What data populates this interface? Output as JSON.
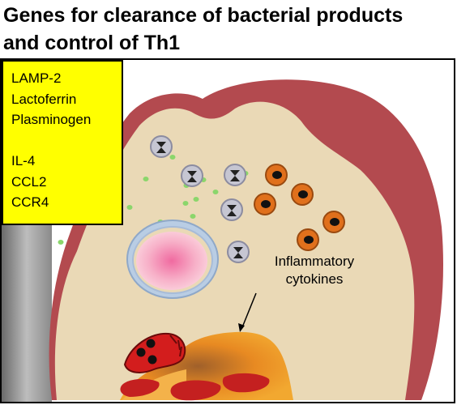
{
  "title": {
    "line1": "Genes for clearance of bacterial products",
    "line2": "and control of Th1"
  },
  "gene_box": {
    "group1": [
      "LAMP-2",
      "Lactoferrin",
      "Plasminogen"
    ],
    "group2": [
      "IL-4",
      "CCL2",
      "CCR4"
    ]
  },
  "annotation": {
    "line1": "Inflammatory",
    "line2": "cytokines"
  },
  "colors": {
    "gene_box": "#ffff00",
    "tissue": "#ead9b6",
    "tissue_border": "#b34a4f",
    "macrophage": "#c6c6d2",
    "neutrophil": "#e0701c",
    "bacteria_dot": "#8bd66b",
    "vessel_fill": "#f8b8cc",
    "vessel_wall": "#b9cde4"
  }
}
